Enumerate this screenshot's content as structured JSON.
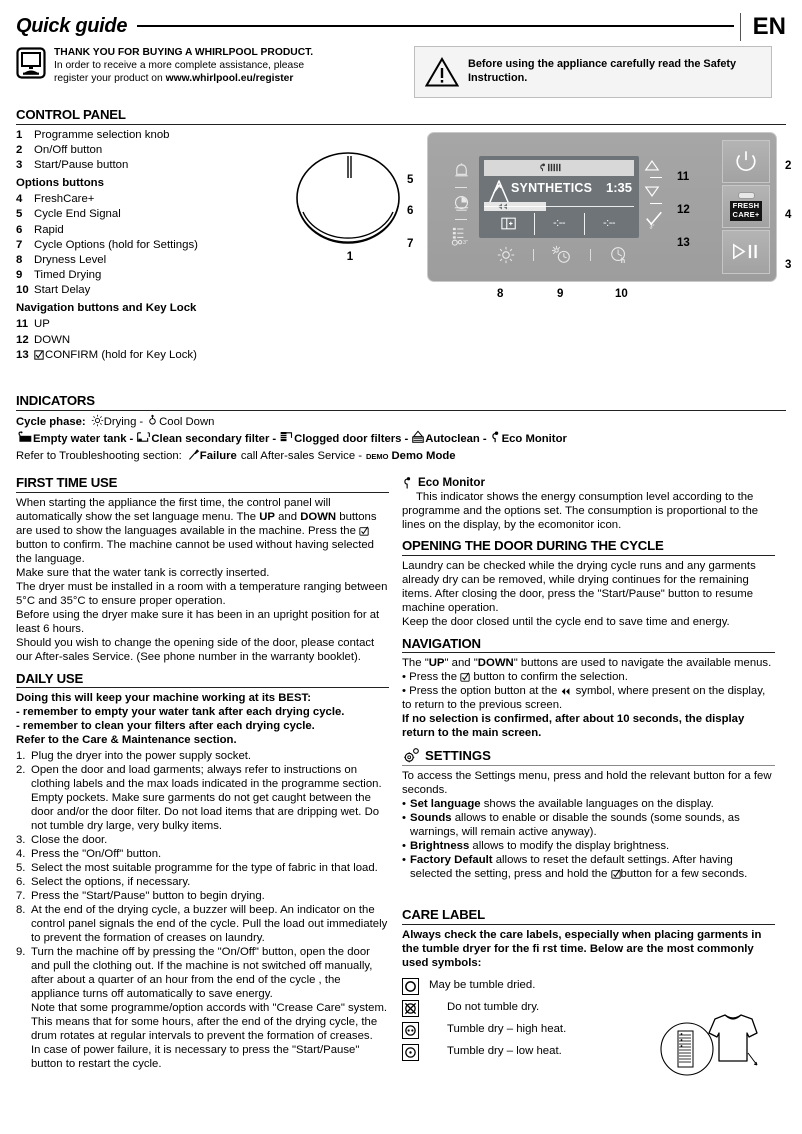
{
  "header": {
    "title": "Quick guide",
    "language": "EN",
    "thanks_title": "THANK YOU FOR BUYING A WHIRLPOOL PRODUCT.",
    "thanks_line1": "In order to receive a more complete assistance, please",
    "thanks_line2_pre": "register your product on ",
    "thanks_url": "www.whirlpool.eu/register",
    "warning": "Before using the appliance carefully read the Safety Instruction."
  },
  "control_panel": {
    "heading": "CONTROL PANEL",
    "items": [
      {
        "num": "1",
        "label": "Programme selection knob"
      },
      {
        "num": "2",
        "label": "On/Off button"
      },
      {
        "num": "3",
        "label": "Start/Pause button"
      }
    ],
    "options_heading": "Options buttons",
    "options": [
      {
        "num": "4",
        "label": "FreshCare+"
      },
      {
        "num": "5",
        "label": "Cycle End Signal"
      },
      {
        "num": "6",
        "label": "Rapid"
      },
      {
        "num": "7",
        "label": "Cycle Options (hold for Settings)"
      },
      {
        "num": "8",
        "label": "Dryness Level"
      },
      {
        "num": "9",
        "label": "Timed Drying"
      },
      {
        "num": "10",
        "label": "Start Delay"
      }
    ],
    "nav_heading": "Navigation buttons and Key Lock",
    "nav": [
      {
        "num": "11",
        "label": "UP"
      },
      {
        "num": "12",
        "label": "DOWN"
      },
      {
        "num": "13",
        "label": "CONFIRM (hold for Key Lock)"
      }
    ],
    "knob_callout": "1",
    "diagram": {
      "display_programme": "SYNTHETICS",
      "display_time": "1:35",
      "display_dash_1": "-:--",
      "display_dash_2": "-:--",
      "fresh_line1": "FRESH",
      "fresh_line2": "CARE+",
      "callouts": {
        "left_top": "5",
        "left_mid": "6",
        "left_bot": "7",
        "right_up": "11",
        "right_down": "12",
        "right_confirm": "13",
        "power": "2",
        "fresh": "4",
        "startpause": "3",
        "bottom_1": "8",
        "bottom_2": "9",
        "bottom_3": "10"
      }
    }
  },
  "indicators": {
    "heading": "INDICATORS",
    "cycle_phase_label": "Cycle phase:",
    "cycle_phase_drying": "Drying",
    "cycle_phase_cool": "Cool Down",
    "empty_water_tank": "Empty water tank",
    "clean_secondary_filter": "Clean secondary filter",
    "clogged_door_filters": "Clogged door filters",
    "autoclean": "Autoclean",
    "eco_monitor": "Eco Monitor",
    "troubleshoot_pre": "Refer to Troubleshooting section:",
    "failure": "Failure",
    "failure_tail": "call After-sales Service -",
    "demo_badge": "DEMO",
    "demo_mode": "Demo Mode"
  },
  "first_time_use": {
    "heading": "FIRST TIME USE",
    "p1_a": "When starting the appliance the first time, the control panel will automatically show the set language menu. The ",
    "p1_up": "UP",
    "p1_b": " and ",
    "p1_down": "DOWN",
    "p1_c": " buttons are used to show the languages available in the machine. Press the ",
    "p1_d": " button to confirm. The machine cannot be used without having selected the language.",
    "p2": "Make sure that the water tank is correctly inserted.",
    "p3": "The dryer must be installed in a room with a temperature ranging between 5°C and 35°C to ensure proper operation.",
    "p4": "Before using the dryer make sure it has been in an upright position for at least 6 hours.",
    "p5": "Should you wish to change the opening side of the door, please contact our After-sales Service. (See phone number  in the warranty booklet)."
  },
  "daily_use": {
    "heading": "DAILY USE",
    "best_title": "Doing this will keep your machine working at its BEST:",
    "best_1": "- remember to empty your water tank after each drying cycle.",
    "best_2": "- remember to clean your filters after each drying cycle.",
    "best_3": "Refer to the Care & Maintenance section.",
    "steps": [
      {
        "n": "1.",
        "text": "Plug the dryer into the power supply socket."
      },
      {
        "n": "2.",
        "text": "Open the door and load garments; always refer to instructions on clothing labels and the max loads indicated in the programme section. Empty pockets. Make sure garments do not get caught between the door and/or the door filter. Do not load items that are dripping wet. Do not tumble dry large, very bulky items."
      },
      {
        "n": "3.",
        "text": "Close the door."
      },
      {
        "n": "4.",
        "text": "Press the \"On/Off\" button."
      },
      {
        "n": "5.",
        "text": "Select the most suitable programme for the type of fabric in that load."
      },
      {
        "n": "6.",
        "text": "Select the options, if necessary."
      },
      {
        "n": "7.",
        "text": "Press the \"Start/Pause\" button to begin drying."
      },
      {
        "n": "8.",
        "text": "At the end of the drying cycle, a buzzer will beep. An indicator on the control panel signals the end of the cycle. Pull the load out immediately to prevent the formation of creases on laundry."
      },
      {
        "n": "9.",
        "text": "Turn the machine off by pressing the \"On/Off\" button, open the door and pull the clothing out. If the machine is not switched off manually, after about a quarter of an hour from the end of the cycle , the appliance turns off automatically to save energy.\nNote that some programme/option accords with \"Crease Care\" system. This means that for some hours, after the end of the drying cycle, the drum rotates at regular intervals to prevent the formation of creases.\nIn case of power failure, it is necessary to press the \"Start/Pause\" button to restart the cycle."
      }
    ]
  },
  "eco_monitor": {
    "title": "Eco Monitor",
    "text": "This indicator shows the energy consumption level according to the programme and the options set. The consumption is proportional to the lines on the display, by the ecomonitor icon."
  },
  "opening_door": {
    "heading": "OPENING THE DOOR DURING THE CYCLE",
    "p1": "Laundry can be checked while the drying cycle runs and any garments already dry can be removed, while drying continues for the remaining items. After closing the door, press the \"Start/Pause\" button to resume machine operation.",
    "p2": "Keep the door closed until the cycle end to save time and energy."
  },
  "navigation": {
    "heading": "NAVIGATION",
    "p1_a": "The \"",
    "p1_up": "UP",
    "p1_b": "\" and \"",
    "p1_down": "DOWN",
    "p1_c": "\" buttons are used to navigate the available menus.",
    "b1_a": "• Press the ",
    "b1_b": " button to confirm the selection.",
    "b2_a": "• Press the option button at the ",
    "b2_b": " symbol, where present on the display, to return to the previous screen.",
    "bold_note": "If no selection is confirmed, after about 10 seconds, the display return to the main screen."
  },
  "settings": {
    "heading": "SETTINGS",
    "intro": "To access the Settings menu, press and hold the relevant button for a few seconds.",
    "items": [
      {
        "bold": "Set language",
        "text": " shows the available languages on the display."
      },
      {
        "bold": "Sounds",
        "text": " allows to enable or disable the sounds (some sounds, as warnings, will remain active anyway)."
      },
      {
        "bold": "Brightness",
        "text": " allows to modify the display brightness."
      },
      {
        "bold": "Factory Default",
        "text": " allows to reset the default settings. After having selected the setting, press and hold the "
      },
      {
        "bold": "",
        "text": "button for a few seconds."
      }
    ]
  },
  "care_label": {
    "heading": "CARE LABEL",
    "intro": "Always check the care labels, especially when placing garments in the tumble dryer for the fi rst time. Below are the most commonly used symbols:",
    "rows": [
      {
        "icon": "tumble-dry-allowed-icon",
        "text": "May be tumble dried."
      },
      {
        "icon": "do-not-tumble-dry-icon",
        "text": "Do not tumble dry."
      },
      {
        "icon": "tumble-dry-high-heat-icon",
        "text": "Tumble dry – high heat."
      },
      {
        "icon": "tumble-dry-low-heat-icon",
        "text": "Tumble dry – low heat."
      }
    ]
  }
}
